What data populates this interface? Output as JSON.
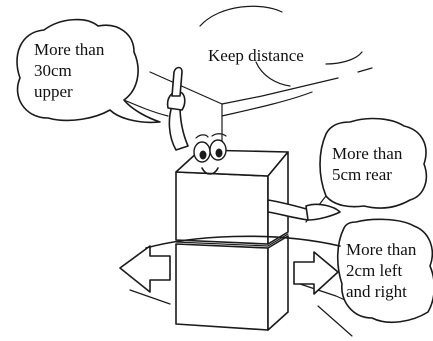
{
  "diagram": {
    "title": "Keep distance",
    "callouts": {
      "upper": {
        "lines": [
          "More than",
          "30cm",
          "upper"
        ]
      },
      "rear": {
        "lines": [
          "More than",
          "5cm rear"
        ]
      },
      "sides": {
        "lines": [
          "More than",
          "2cm left",
          "and right"
        ]
      }
    },
    "colors": {
      "ink": "#1a1a1a",
      "background": "#ffffff"
    },
    "icons": [
      "refrigerator-character",
      "speech-bubble",
      "arrow-left-icon",
      "arrow-right-icon"
    ]
  }
}
